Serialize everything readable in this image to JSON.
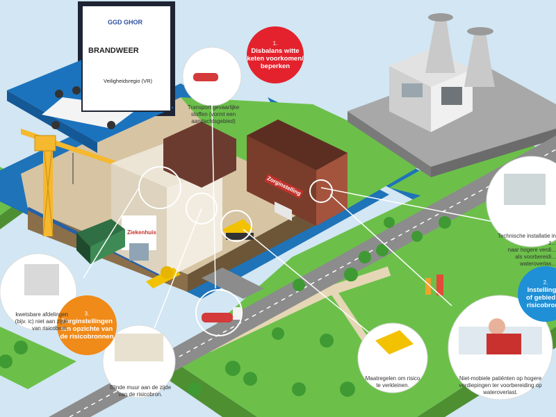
{
  "billboard": {
    "logo_text": "GGD GHOR",
    "brandweer": "BRANDWEER",
    "title": "Veiligheidsregio (VR)"
  },
  "hospital_sign": "Ziekenhuis",
  "care_home_sign": "Zorginstelling",
  "badges": [
    {
      "number": "1.",
      "lines": [
        "Disbalans witte",
        "keten voorkomen/",
        "beperken"
      ],
      "color": "#e3222d"
    },
    {
      "number": "2.",
      "lines": [
        "Instellingen",
        "of gebied t...",
        "risicobron..."
      ],
      "color": "#1f8fd6"
    },
    {
      "number": "3.",
      "lines": [
        "Zorginstellingen",
        "ten opzichte van",
        "de risicobronnen"
      ],
      "color": "#f08a18"
    }
  ],
  "callouts": {
    "transport": [
      "Transport gevaarlijke",
      "stoffen (vormt een",
      "aandachtsgebied)"
    ],
    "vulnerable": [
      "kwetsbare afdelingen",
      "(bijv. ic) niet aan zijde",
      "van risicobron."
    ],
    "blind_wall": [
      "Blinde muur aan de zijde",
      "van de risicobron."
    ],
    "measures": [
      "Maatregelen om risico",
      "te verkleinen."
    ],
    "technical": [
      "Technische installatie in z...",
      "naar hogere verdi...",
      "als voorbereidi...",
      "wateroverlas..."
    ],
    "patients": [
      "Niet-mobiele patiënten op hogere",
      "verdiepingen ter voorbereiding op",
      "wateroverlast."
    ]
  },
  "colors": {
    "water": "#1f73b8",
    "grass": "#6cc04a",
    "grass_side": "#4e8f32",
    "road": "#8c8c8c",
    "crane": "#f5b82e",
    "hazmat_truck": "#d43a3a",
    "bulldozer": "#f2c200",
    "red_badge": "#e3222d",
    "blue_badge": "#1f8fd6",
    "orange_badge": "#f08a18"
  },
  "icons": [
    "crane-icon",
    "hazmat-truck-icon",
    "bulldozer-icon",
    "power-plant-icon",
    "hospital-bed-icon",
    "fire-brigade-logo-icon"
  ]
}
